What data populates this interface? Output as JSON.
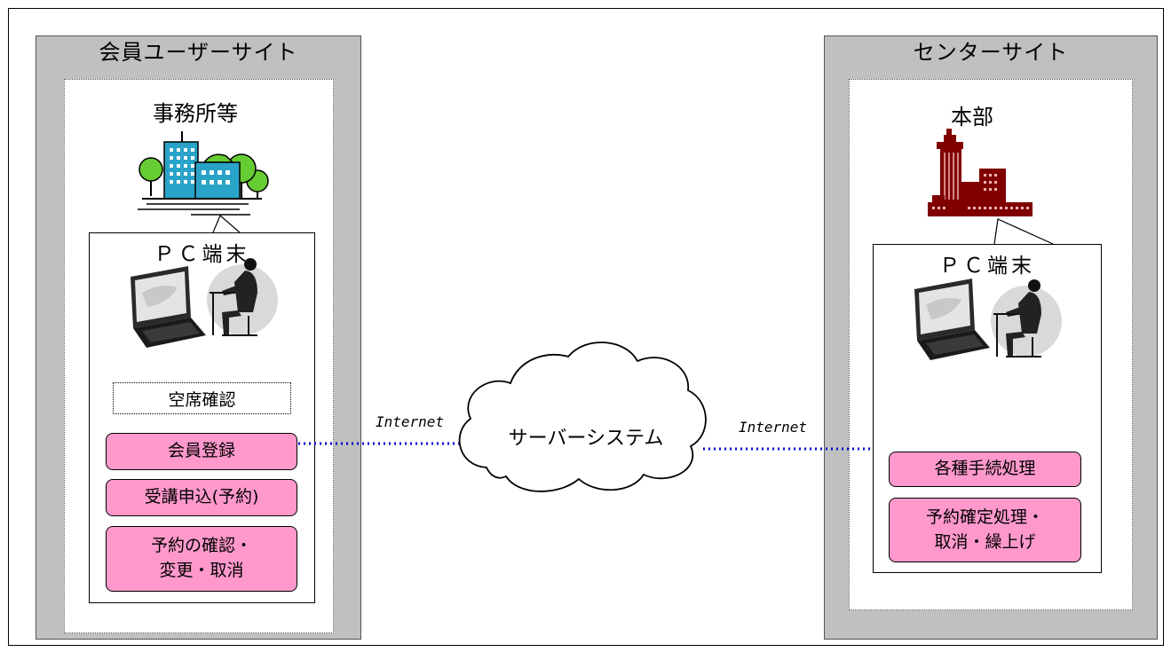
{
  "left_site": {
    "title": "会員ユーザーサイト",
    "location_label": "事務所等",
    "pc_label": "ＰＣ端末",
    "check_label": "空席確認",
    "buttons": [
      "会員登録",
      "受講申込(予約)",
      "予約の確認・\n変更・取消"
    ]
  },
  "right_site": {
    "title": "センターサイト",
    "location_label": "本部",
    "pc_label": "ＰＣ端末",
    "buttons": [
      "各種手続処理",
      "予約確定処理・\n取消・繰上げ"
    ]
  },
  "server": {
    "label": "サーバーシステム"
  },
  "connections": {
    "left_label": "Internet",
    "right_label": "Internet"
  },
  "colors": {
    "button_fill": "#ff99cc",
    "panel_fill": "#c0c0c0",
    "office_building": "#29a3c8",
    "office_trees": "#66cc33",
    "hq_building": "#800000",
    "dotted_line": "#0000cc"
  },
  "icons": [
    "office-building-icon",
    "headquarters-building-icon",
    "laptop-icon",
    "user-at-desk-icon",
    "cloud-icon"
  ]
}
